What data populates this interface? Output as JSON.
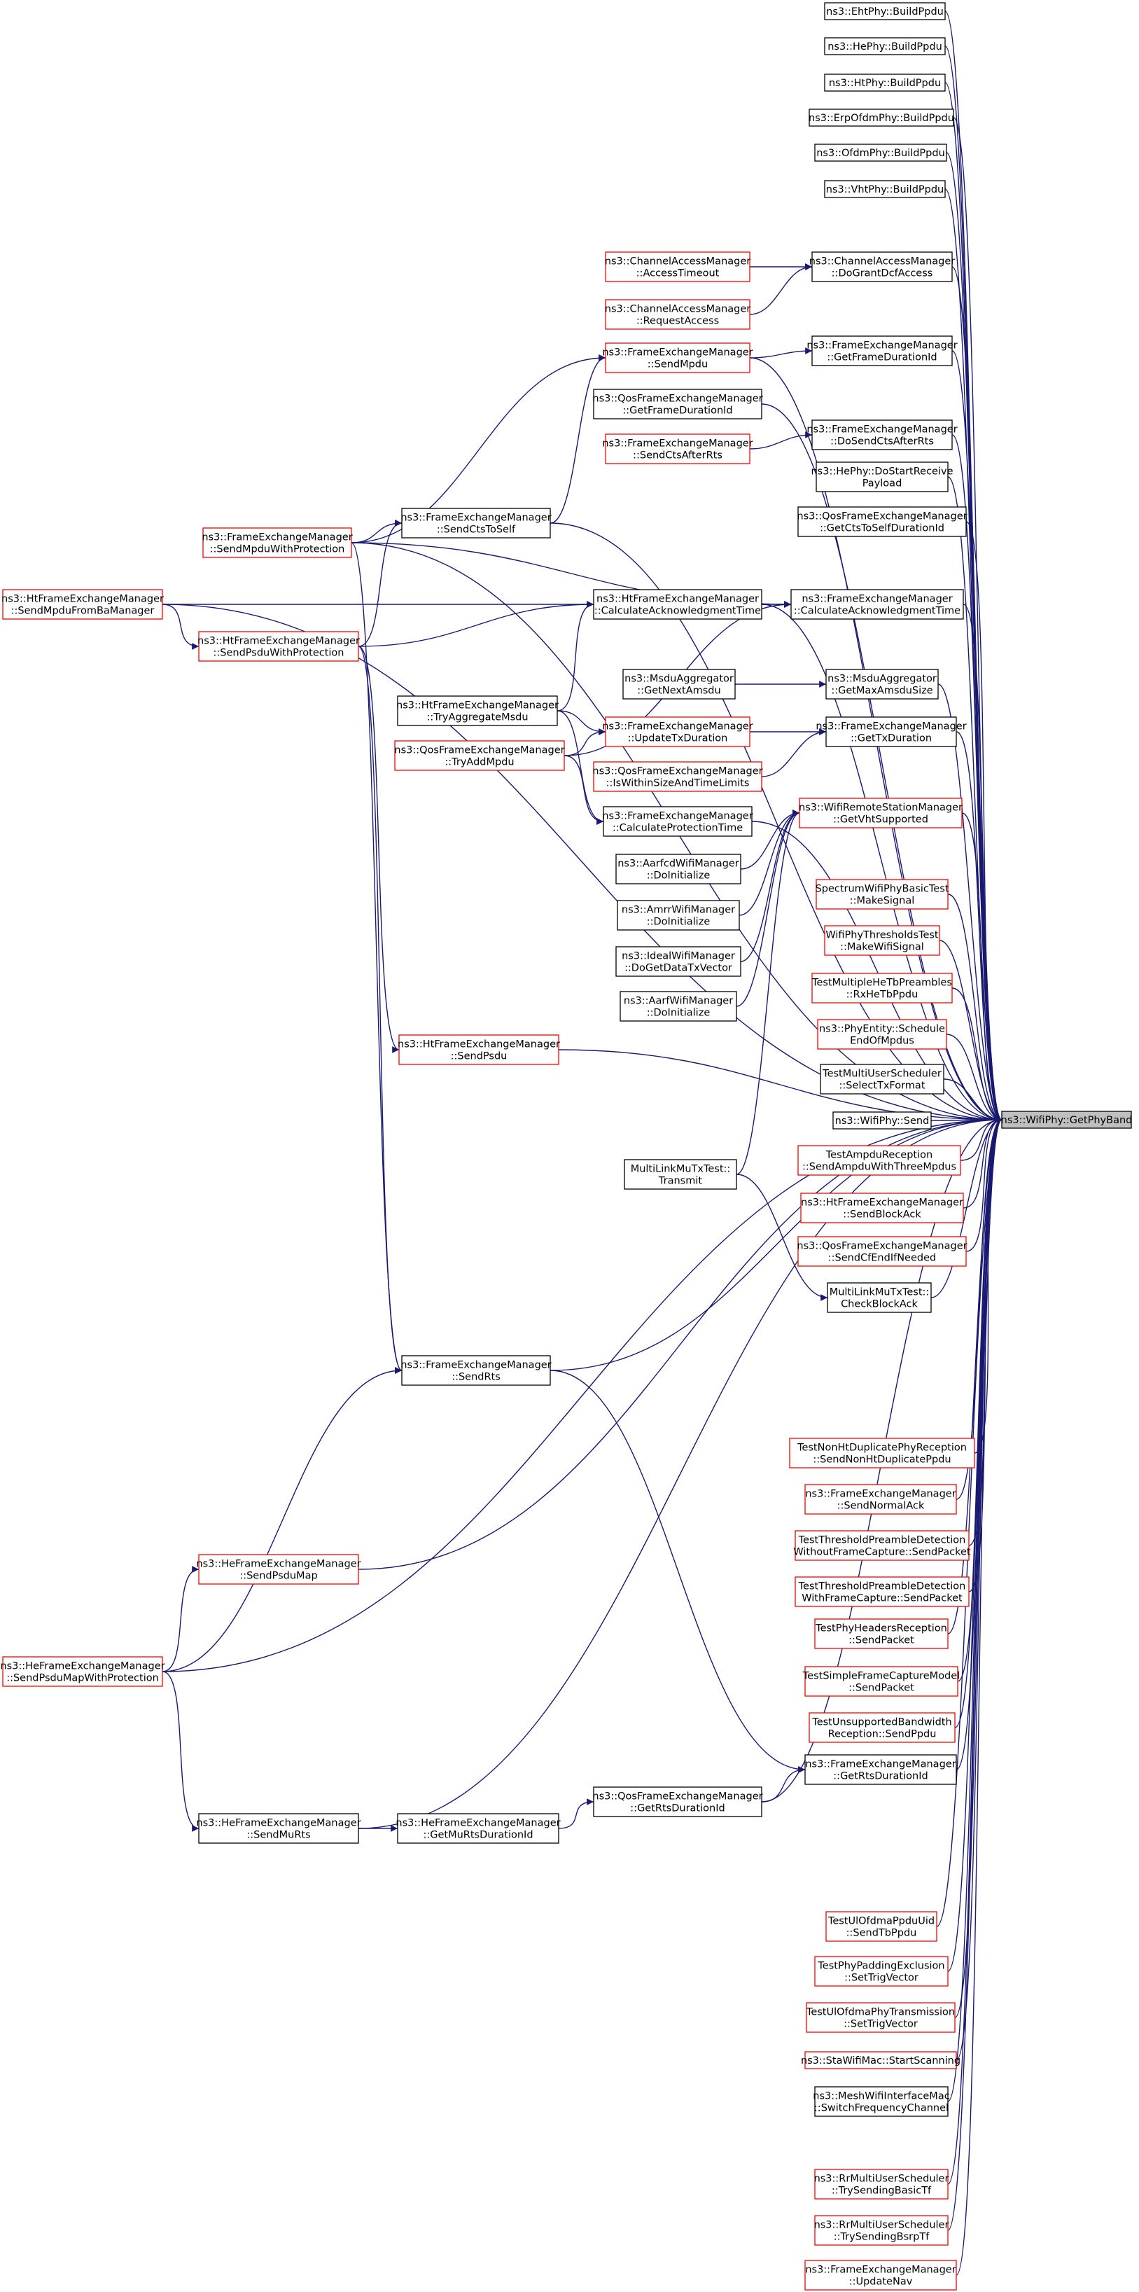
{
  "colors": {
    "edge": "#191970",
    "box_default": "#000000",
    "box_red": "#ff0000",
    "box_target_fill": "#bfbfbf",
    "background": "#ffffff"
  },
  "nodes": {
    "target": {
      "lines": [
        "ns3::WifiPhy::GetPhyBand"
      ],
      "style": "target"
    },
    "eht_buildppdu": {
      "lines": [
        "ns3::EhtPhy::BuildPpdu"
      ],
      "style": "black"
    },
    "he_buildppdu": {
      "lines": [
        "ns3::HePhy::BuildPpdu"
      ],
      "style": "black"
    },
    "ht_buildppdu": {
      "lines": [
        "ns3::HtPhy::BuildPpdu"
      ],
      "style": "black"
    },
    "erp_buildppdu": {
      "lines": [
        "ns3::ErpOfdmPhy::BuildPpdu"
      ],
      "style": "black"
    },
    "ofdm_buildppdu": {
      "lines": [
        "ns3::OfdmPhy::BuildPpdu"
      ],
      "style": "black"
    },
    "vht_buildppdu": {
      "lines": [
        "ns3::VhtPhy::BuildPpdu"
      ],
      "style": "black"
    },
    "cam_accesstimeout": {
      "lines": [
        "ns3::ChannelAccessManager",
        "::AccessTimeout"
      ],
      "style": "red"
    },
    "cam_dogrant": {
      "lines": [
        "ns3::ChannelAccessManager",
        "::DoGrantDcfAccess"
      ],
      "style": "black"
    },
    "cam_requestaccess": {
      "lines": [
        "ns3::ChannelAccessManager",
        "::RequestAccess"
      ],
      "style": "red"
    },
    "fem_sendmpdu": {
      "lines": [
        "ns3::FrameExchangeManager",
        "::SendMpdu"
      ],
      "style": "red"
    },
    "fem_getframedur": {
      "lines": [
        "ns3::FrameExchangeManager",
        "::GetFrameDurationId"
      ],
      "style": "black"
    },
    "qfem_getframedur": {
      "lines": [
        "ns3::QosFrameExchangeManager",
        "::GetFrameDurationId"
      ],
      "style": "black"
    },
    "fem_sendctsafterrts": {
      "lines": [
        "ns3::FrameExchangeManager",
        "::SendCtsAfterRts"
      ],
      "style": "red"
    },
    "fem_dosendcts": {
      "lines": [
        "ns3::FrameExchangeManager",
        "::DoSendCtsAfterRts"
      ],
      "style": "black"
    },
    "hephy_dostartrx": {
      "lines": [
        "ns3::HePhy::DoStartReceive",
        "Payload"
      ],
      "style": "black"
    },
    "qfem_getctstoself": {
      "lines": [
        "ns3::QosFrameExchangeManager",
        "::GetCtsToSelfDurationId"
      ],
      "style": "black"
    },
    "fem_sendmpduwp": {
      "lines": [
        "ns3::FrameExchangeManager",
        "::SendMpduWithProtection"
      ],
      "style": "red"
    },
    "fem_sendctstoself": {
      "lines": [
        "ns3::FrameExchangeManager",
        "::SendCtsToSelf"
      ],
      "style": "black"
    },
    "htfem_sendmpdufromba": {
      "lines": [
        "ns3::HtFrameExchangeManager",
        "::SendMpduFromBaManager"
      ],
      "style": "red"
    },
    "htfem_calcack": {
      "lines": [
        "ns3::HtFrameExchangeManager",
        "::CalculateAcknowledgmentTime"
      ],
      "style": "black"
    },
    "fem_calcack": {
      "lines": [
        "ns3::FrameExchangeManager",
        "::CalculateAcknowledgmentTime"
      ],
      "style": "black"
    },
    "htfem_sendpsduwp": {
      "lines": [
        "ns3::HtFrameExchangeManager",
        "::SendPsduWithProtection"
      ],
      "style": "red"
    },
    "msdu_getnext": {
      "lines": [
        "ns3::MsduAggregator",
        "::GetNextAmsdu"
      ],
      "style": "black"
    },
    "msdu_getmax": {
      "lines": [
        "ns3::MsduAggregator",
        "::GetMaxAmsduSize"
      ],
      "style": "black"
    },
    "htfem_tryaggr": {
      "lines": [
        "ns3::HtFrameExchangeManager",
        "::TryAggregateMsdu"
      ],
      "style": "black"
    },
    "fem_updatetx": {
      "lines": [
        "ns3::FrameExchangeManager",
        "::UpdateTxDuration"
      ],
      "style": "red"
    },
    "fem_gettxdur": {
      "lines": [
        "ns3::FrameExchangeManager",
        "::GetTxDuration"
      ],
      "style": "black"
    },
    "qfem_tryaddmpdu": {
      "lines": [
        "ns3::QosFrameExchangeManager",
        "::TryAddMpdu"
      ],
      "style": "red"
    },
    "qfem_iswithin": {
      "lines": [
        "ns3::QosFrameExchangeManager",
        "::IsWithinSizeAndTimeLimits"
      ],
      "style": "red"
    },
    "fem_calcprot": {
      "lines": [
        "ns3::FrameExchangeManager",
        "::CalculateProtectionTime"
      ],
      "style": "black"
    },
    "wrsm_getvht": {
      "lines": [
        "ns3::WifiRemoteStationManager",
        "::GetVhtSupported"
      ],
      "style": "red"
    },
    "aarfcd_doinit": {
      "lines": [
        "ns3::AarfcdWifiManager",
        "::DoInitialize"
      ],
      "style": "black"
    },
    "spectrum_makesignal": {
      "lines": [
        "SpectrumWifiPhyBasicTest",
        "::MakeSignal"
      ],
      "style": "red"
    },
    "amrr_doinit": {
      "lines": [
        "ns3::AmrrWifiManager",
        "::DoInitialize"
      ],
      "style": "black"
    },
    "thresholds_makesignal": {
      "lines": [
        "WifiPhyThresholdsTest",
        "::MakeWifiSignal"
      ],
      "style": "red"
    },
    "ideal_dogettx": {
      "lines": [
        "ns3::IdealWifiManager",
        "::DoGetDataTxVector"
      ],
      "style": "black"
    },
    "multiple_rxhe": {
      "lines": [
        "TestMultipleHeTbPreambles",
        "::RxHeTbPpdu"
      ],
      "style": "red"
    },
    "aarf_doinit": {
      "lines": [
        "ns3::AarfWifiManager",
        "::DoInitialize"
      ],
      "style": "black"
    },
    "phyentity_schedule": {
      "lines": [
        "ns3::PhyEntity::Schedule",
        "EndOfMpdus"
      ],
      "style": "red"
    },
    "htfem_sendpsdu": {
      "lines": [
        "ns3::HtFrameExchangeManager",
        "::SendPsdu"
      ],
      "style": "red"
    },
    "mus_selecttx": {
      "lines": [
        "TestMultiUserScheduler",
        "::SelectTxFormat"
      ],
      "style": "black"
    },
    "wifiphy_send": {
      "lines": [
        "ns3::WifiPhy::Send"
      ],
      "style": "black"
    },
    "ampdu_send": {
      "lines": [
        "TestAmpduReception",
        "::SendAmpduWithThreeMpdus"
      ],
      "style": "red"
    },
    "mlmu_transmit": {
      "lines": [
        "MultiLinkMuTxTest::",
        "Transmit"
      ],
      "style": "black"
    },
    "htfem_sendblockack": {
      "lines": [
        "ns3::HtFrameExchangeManager",
        "::SendBlockAck"
      ],
      "style": "red"
    },
    "qfem_sendcfend": {
      "lines": [
        "ns3::QosFrameExchangeManager",
        "::SendCfEndIfNeeded"
      ],
      "style": "red"
    },
    "mlmu_checkba": {
      "lines": [
        "MultiLinkMuTxTest::",
        "CheckBlockAck"
      ],
      "style": "black"
    },
    "fem_sendrts": {
      "lines": [
        "ns3::FrameExchangeManager",
        "::SendRts"
      ],
      "style": "black"
    },
    "nonht_send": {
      "lines": [
        "TestNonHtDuplicatePhyReception",
        "::SendNonHtDuplicatePpdu"
      ],
      "style": "red"
    },
    "fem_sendnormalack": {
      "lines": [
        "ns3::FrameExchangeManager",
        "::SendNormalAck"
      ],
      "style": "red"
    },
    "thr_without": {
      "lines": [
        "TestThresholdPreambleDetection",
        "WithoutFrameCapture::SendPacket"
      ],
      "style": "red"
    },
    "hefem_sendpsdumap": {
      "lines": [
        "ns3::HeFrameExchangeManager",
        "::SendPsduMap"
      ],
      "style": "red"
    },
    "thr_with": {
      "lines": [
        "TestThresholdPreambleDetection",
        "WithFrameCapture::SendPacket"
      ],
      "style": "red"
    },
    "hefem_sendpsdumapwp": {
      "lines": [
        "ns3::HeFrameExchangeManager",
        "::SendPsduMapWithProtection"
      ],
      "style": "red"
    },
    "phyheaders_send": {
      "lines": [
        "TestPhyHeadersReception",
        "::SendPacket"
      ],
      "style": "red"
    },
    "simplecapture_send": {
      "lines": [
        "TestSimpleFrameCaptureModel",
        "::SendPacket"
      ],
      "style": "red"
    },
    "unsupported_send": {
      "lines": [
        "TestUnsupportedBandwidth",
        "Reception::SendPpdu"
      ],
      "style": "red"
    },
    "fem_getrtsdur": {
      "lines": [
        "ns3::FrameExchangeManager",
        "::GetRtsDurationId"
      ],
      "style": "black"
    },
    "qfem_getrtsdur": {
      "lines": [
        "ns3::QosFrameExchangeManager",
        "::GetRtsDurationId"
      ],
      "style": "black"
    },
    "hefem_sendmurts": {
      "lines": [
        "ns3::HeFrameExchangeManager",
        "::SendMuRts"
      ],
      "style": "black"
    },
    "hefem_getmurtsdur": {
      "lines": [
        "ns3::HeFrameExchangeManager",
        "::GetMuRtsDurationId"
      ],
      "style": "black"
    },
    "ulofdma_sendtb": {
      "lines": [
        "TestUlOfdmaPpduUid",
        "::SendTbPpdu"
      ],
      "style": "red"
    },
    "padding_settrig": {
      "lines": [
        "TestPhyPaddingExclusion",
        "::SetTrigVector"
      ],
      "style": "red"
    },
    "ulofdmaphy_settrig": {
      "lines": [
        "TestUlOfdmaPhyTransmission",
        "::SetTrigVector"
      ],
      "style": "red"
    },
    "sta_startscan": {
      "lines": [
        "ns3::StaWifiMac::StartScanning"
      ],
      "style": "red"
    },
    "mesh_switch": {
      "lines": [
        "ns3::MeshWifiInterfaceMac",
        "::SwitchFrequencyChannel"
      ],
      "style": "black"
    },
    "rr_basictf": {
      "lines": [
        "ns3::RrMultiUserScheduler",
        "::TrySendingBasicTf"
      ],
      "style": "red"
    },
    "rr_bsrptf": {
      "lines": [
        "ns3::RrMultiUserScheduler",
        "::TrySendingBsrpTf"
      ],
      "style": "red"
    },
    "fem_updatenav": {
      "lines": [
        "ns3::FrameExchangeManager",
        "::UpdateNav"
      ],
      "style": "red"
    }
  }
}
